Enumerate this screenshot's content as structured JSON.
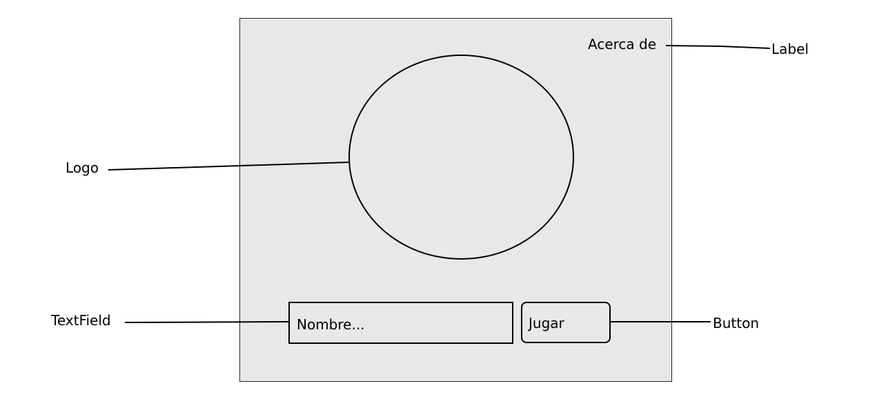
{
  "mockup": {
    "about_label": "Acerca de",
    "name_field": {
      "placeholder": "Nombre..."
    },
    "play_button_label": "Jugar",
    "logo_shape": "circle"
  },
  "callouts": {
    "label": "Label",
    "logo": "Logo",
    "textfield": "TextField",
    "button": "Button"
  },
  "colors": {
    "window_background": "#e8e8e8",
    "outline": "#000000",
    "page_background": "#ffffff"
  }
}
